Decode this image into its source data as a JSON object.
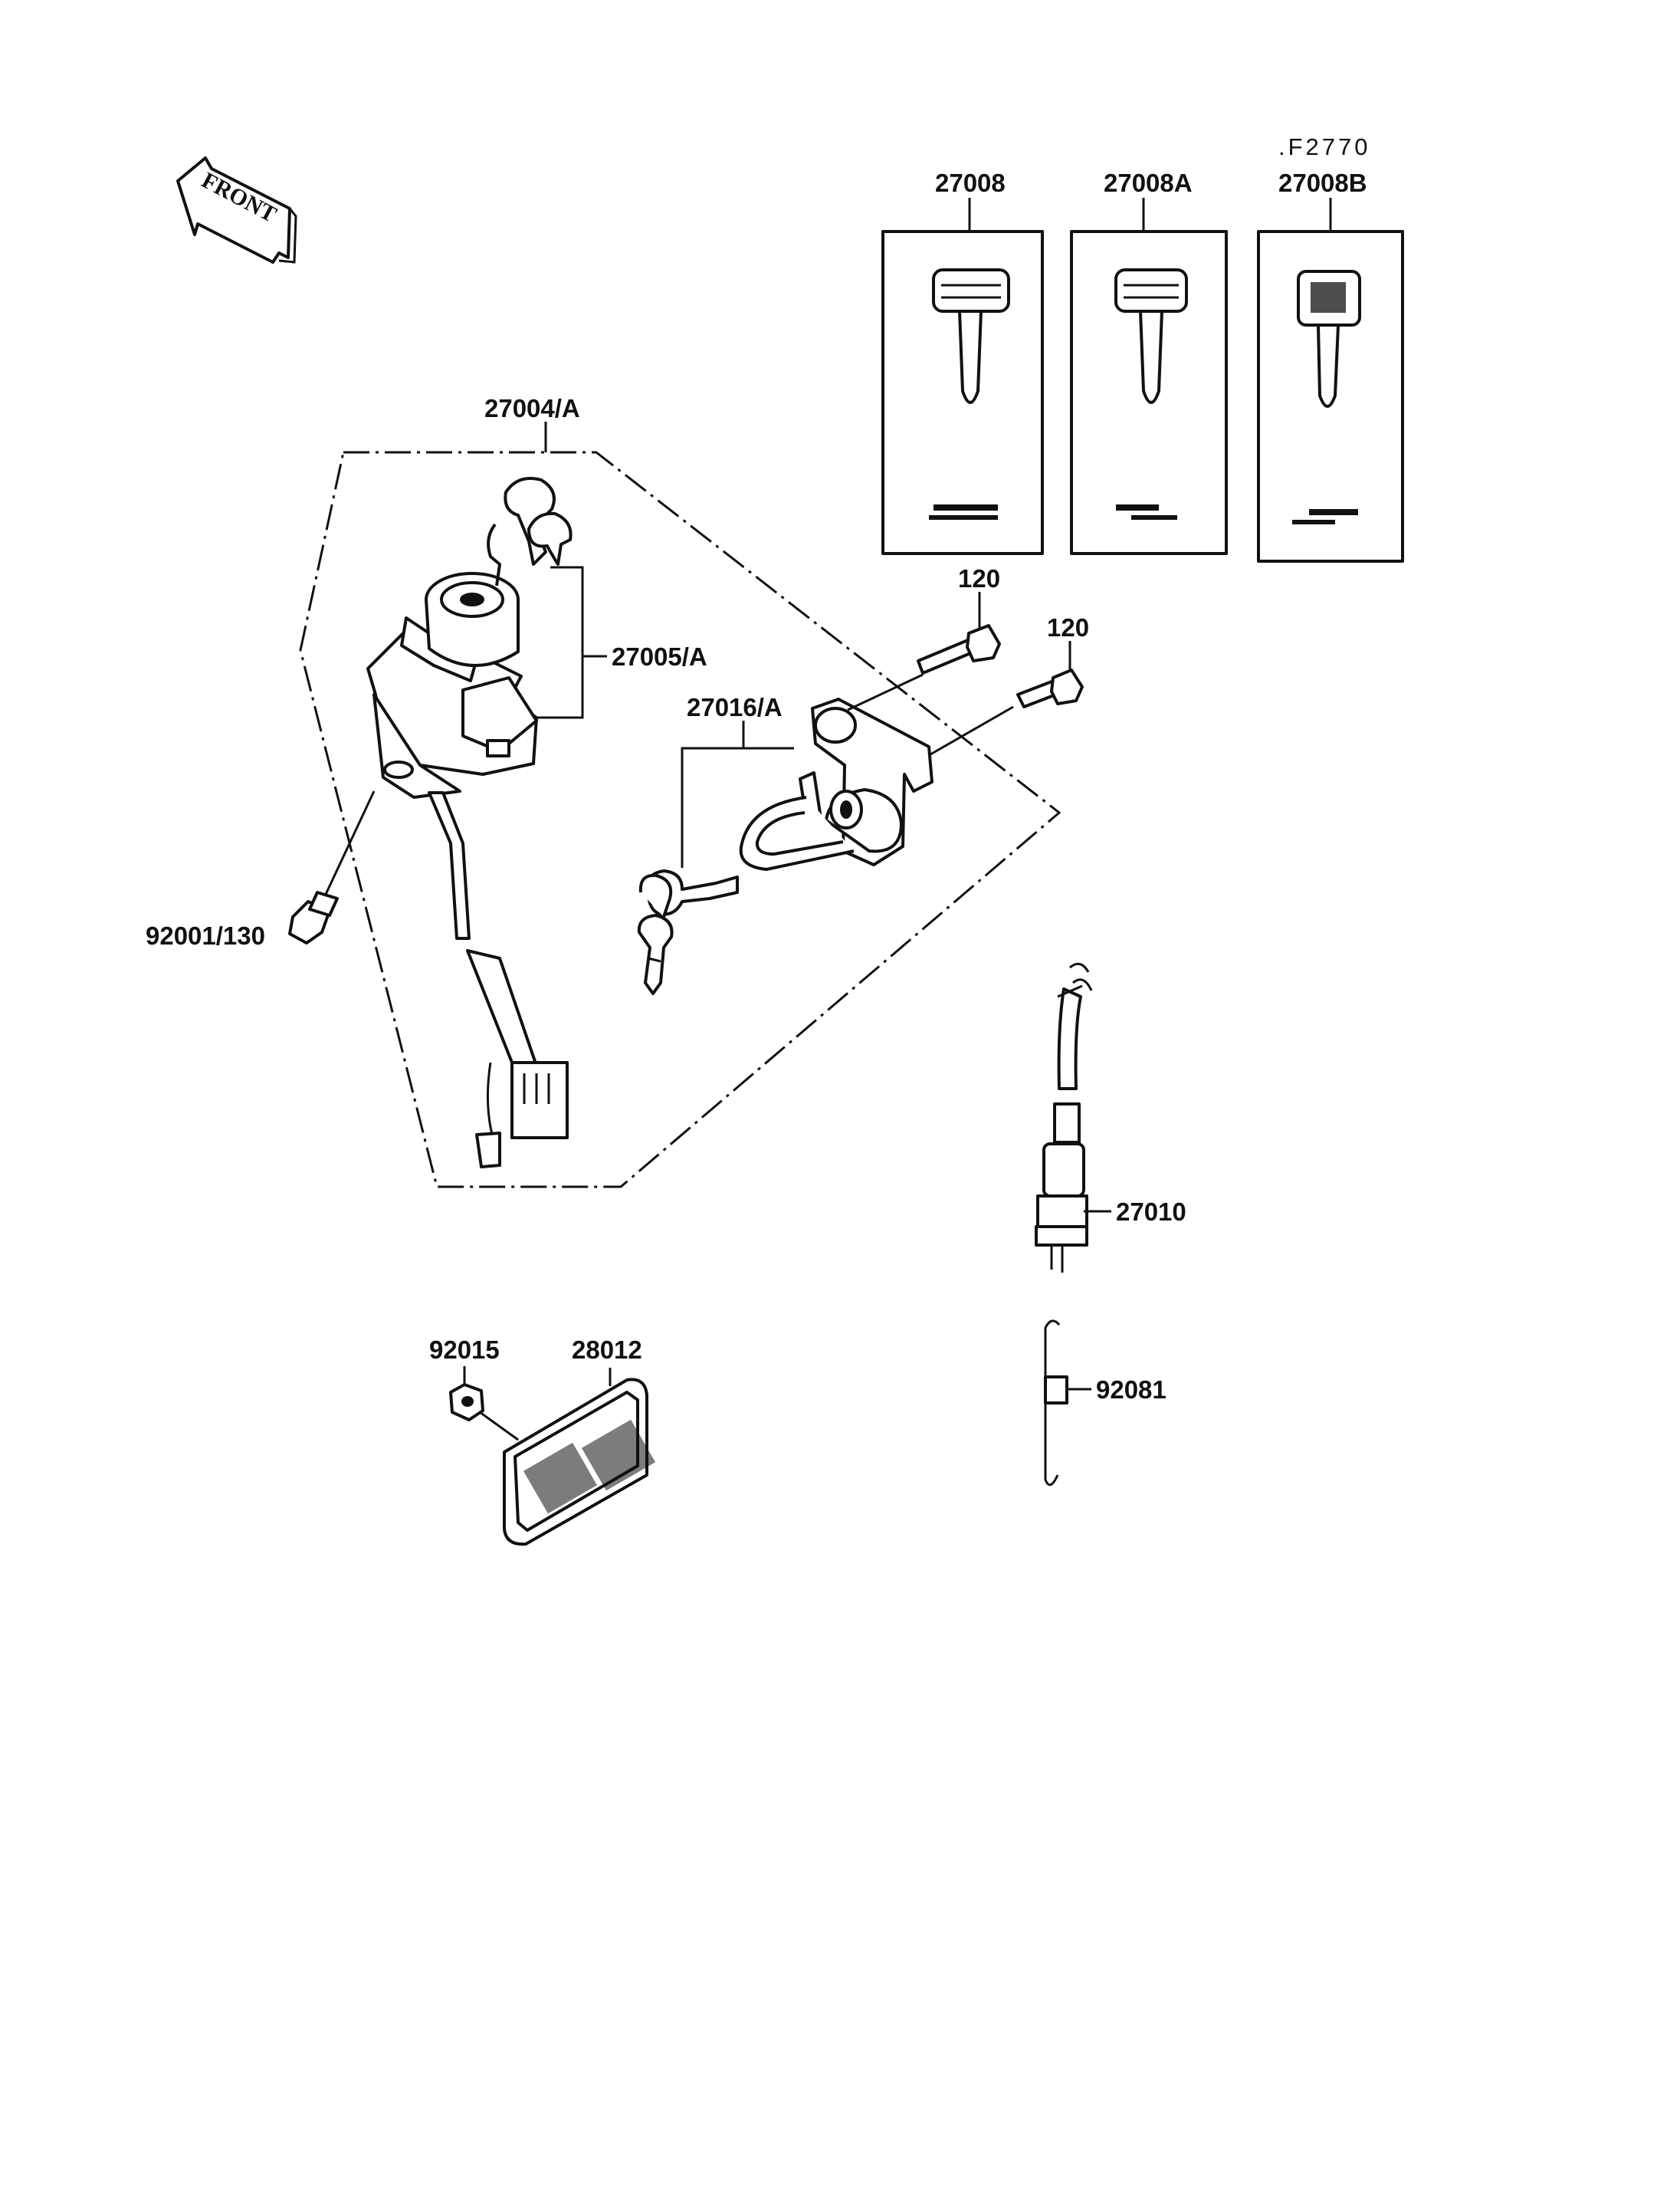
{
  "figure_code": ".F2770",
  "front_label": "FRONT",
  "parts": {
    "key_27008": "27008",
    "key_27008A": "27008A",
    "key_27008B": "27008B",
    "screw_120_a": "120",
    "screw_120_b": "120",
    "ignition_switch": "27004/A",
    "key_27005": "27005/A",
    "helmet_lock": "27016/A",
    "bolt_92001": "92001/130",
    "switch_27010": "27010",
    "clamp_92081": "92081",
    "nut_92015": "92015",
    "reflector_28012": "28012"
  }
}
